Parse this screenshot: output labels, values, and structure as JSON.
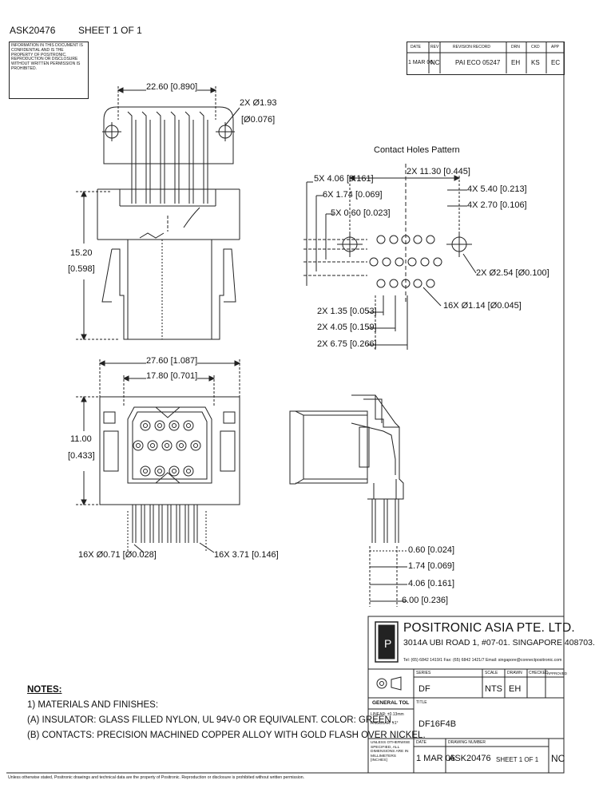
{
  "header": {
    "doc_no": "ASK20476",
    "sheet": "SHEET 1  OF 1"
  },
  "disclaimer": "INFORMATION IN THIS DOCUMENT IS CONFIDENTIAL AND IS THE PROPERTY OF POSITRONIC. REPRODUCTION OR DISCLOSURE WITHOUT WRITTEN PERMISSION IS PROHIBITED.",
  "revision_table": {
    "headers": [
      "DATE",
      "REV",
      "REVISION RECORD",
      "DRN",
      "CKD",
      "APP"
    ],
    "row": [
      "1 MAR 06",
      "NC",
      "PAI ECO 05247",
      "EH",
      "KS",
      "EC"
    ]
  },
  "views": {
    "top": {
      "width_label": "22.60 [0.890]",
      "hole_label_1": "2X Ø1.93",
      "hole_label_2": "[Ø0.076]",
      "height_mm": "15.20",
      "height_in": "[0.598]"
    },
    "pattern": {
      "title": "Contact Holes Pattern",
      "d1": "2X 11.30 [0.445]",
      "d2": "5X 4.06 [0.161]",
      "d3": "4X 5.40 [0.213]",
      "d4": "6X 1.74 [0.069]",
      "d5": "4X 2.70 [0.106]",
      "d6": "5X 0.60 [0.023]",
      "d7": "2X Ø2.54 [Ø0.100]",
      "d8": "16X Ø1.14 [Ø0.045]",
      "d9": "2X 1.35 [0.053]",
      "d10": "2X 4.05 [0.159]",
      "d11": "2X 6.75 [0.266]"
    },
    "front": {
      "w1": "27.60 [1.087]",
      "w2": "17.80 [0.701]",
      "h_mm": "11.00",
      "h_in": "[0.433]",
      "pins": "16X Ø0.71 [Ø0.028]",
      "tail": "16X 3.71 [0.146]"
    },
    "side": {
      "s1": "0.60 [0.024]",
      "s2": "1.74 [0.069]",
      "s3": "4.06 [0.161]",
      "s4": "6.00 [0.236]"
    }
  },
  "company": {
    "name": "POSITRONIC ASIA PTE. LTD.",
    "address": "3014A UBI ROAD 1, #07-01. SINGAPORE 408703.",
    "contact": "Tel: (65) 6842 1419/1   Fax: (65) 6842 1421/7   Email: singapore@connectpositronic.com"
  },
  "title_block": {
    "series_label": "SERIES",
    "series": "DF",
    "scale_label": "SCALE",
    "scale": "NTS",
    "drawn_label": "DRAWN",
    "drawn": "EH",
    "checked_label": "CHECKED",
    "approved_label": "APPROVED",
    "general_tol": "GENERAL TOL",
    "tol_linear": "LINEAR: ±0.13mm",
    "tol_angular": "ANGULAR: ±1°",
    "title_label": "TITLE",
    "title": "DF16F4B",
    "units_note": "UNLESS OTHERWISE SPECIFIED, ALL DIMENSIONS ARE IN MILLIMETERS [INCHES]",
    "date_label": "DATE",
    "date": "1 MAR 06",
    "drawing_no_label": "DRAWING NUMBER",
    "drawing_no": "ASK20476",
    "sheet": "SHEET 1  OF 1",
    "rev": "NC"
  },
  "notes": {
    "heading": "NOTES:",
    "line1": "1) MATERIALS AND FINISHES:",
    "line2": "(A) INSULATOR: GLASS FILLED NYLON, UL 94V-0 OR EQUIVALENT. COLOR: GREEN.",
    "line3": "(B) CONTACTS: PRECISION MACHINED COPPER ALLOY WITH GOLD FLASH OVER NICKEL."
  },
  "footer": "Unless otherwise stated, Positronic drawings and technical data are the property of Positronic. Reproduction or disclosure is prohibited without written permission."
}
